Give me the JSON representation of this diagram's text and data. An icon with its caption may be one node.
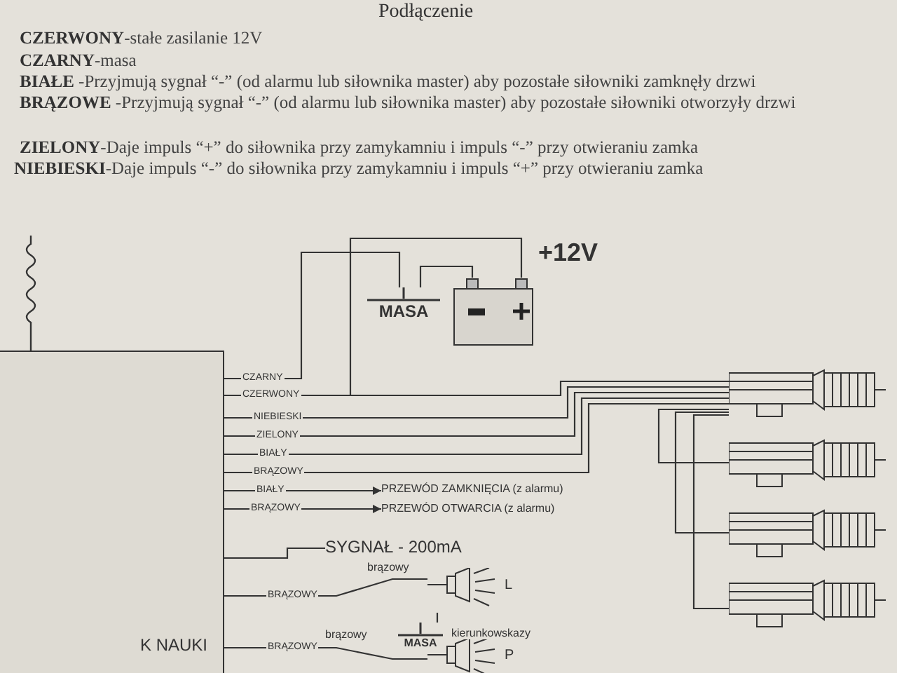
{
  "diagram": {
    "title": "Podłączenie",
    "nodes": [
      {
        "text": [
          "K NAUKI"
        ]
      },
      {
        "text": [
          "MASA"
        ]
      },
      {
        "text": [],
        "shape": "picture",
        "beside": [
          "+12V"
        ]
      },
      {
        "text": [
          "PRZEWÓD ZAMKNIĘCIA (z alarmu)"
        ]
      },
      {
        "text": [
          "PRZEWÓD OTWARCIA (z alarmu)"
        ]
      },
      {
        "text": [
          "SYGNAŁ - 200mA"
        ]
      },
      {
        "text": [],
        "shape": "picture",
        "beside": [
          "L"
        ]
      },
      {
        "text": [],
        "shape": "picture",
        "beside": [
          "P"
        ]
      },
      {
        "text": [
          "MASA"
        ]
      },
      {
        "text": [],
        "shape": "picture"
      },
      {
        "text": [],
        "shape": "picture"
      },
      {
        "text": [],
        "shape": "picture"
      },
      {
        "text": [],
        "shape": "picture"
      }
    ],
    "edges": [
      {
        "from": 0,
        "to": 2,
        "arrow": "none",
        "label": "CZERWONY"
      },
      {
        "from": 0,
        "to": 1,
        "arrow": "none",
        "label": "CZARNY"
      },
      {
        "from": 1,
        "to": 2,
        "arrow": "none"
      },
      {
        "from": 0,
        "to": 9,
        "arrow": "none"
      },
      {
        "from": 0,
        "to": 9,
        "arrow": "none",
        "label": "NIEBIESKI"
      },
      {
        "from": 0,
        "to": 9,
        "arrow": "none",
        "label": "ZIELONY"
      },
      {
        "from": 0,
        "to": 9,
        "arrow": "none",
        "label": "BIAŁY"
      },
      {
        "from": 0,
        "to": 9,
        "arrow": "none",
        "label": "BRĄZOWY"
      },
      {
        "from": 0,
        "to": 3,
        "arrow": "to",
        "label": "BIAŁY"
      },
      {
        "from": 0,
        "to": 4,
        "arrow": "to",
        "label": "BRĄZOWY"
      },
      {
        "from": 0,
        "to": 5,
        "arrow": "none"
      },
      {
        "from": 0,
        "to": 6,
        "arrow": "none",
        "label": "BRĄZOWY"
      },
      {
        "from": 0,
        "to": 7,
        "arrow": "none",
        "label": "BRĄZOWY"
      },
      {
        "from": 6,
        "to": 8,
        "arrow": "none"
      },
      {
        "from": 9,
        "to": 10,
        "arrow": "none"
      },
      {
        "from": 9,
        "to": 11,
        "arrow": "none"
      },
      {
        "from": 9,
        "to": 12,
        "arrow": "none"
      }
    ],
    "labels": [
      "**CZERWONY**-stałe zasilanie 12V",
      "**CZARNY**-masa",
      "**BIAŁE** -Przyjmują sygnał “-” (od alarmu lub siłownika master) aby pozostałe siłowniki zamknęły drzwi",
      "**BRĄZOWE** -Przyjmują sygnał “-” (od alarmu lub siłownika master) aby pozostałe siłowniki otworzyły drzwi",
      "**ZIELONY**-Daje impuls “+” do siłownika przy zamykamniu i impuls “-” przy otwieraniu zamka",
      "**NIEBIESKI**-Daje impuls “-” do siłownika przy zamykamniu i impuls “+” przy otwieraniu zamka",
      "brązowy",
      "brązowy",
      "kierunkowskazy"
    ]
  }
}
